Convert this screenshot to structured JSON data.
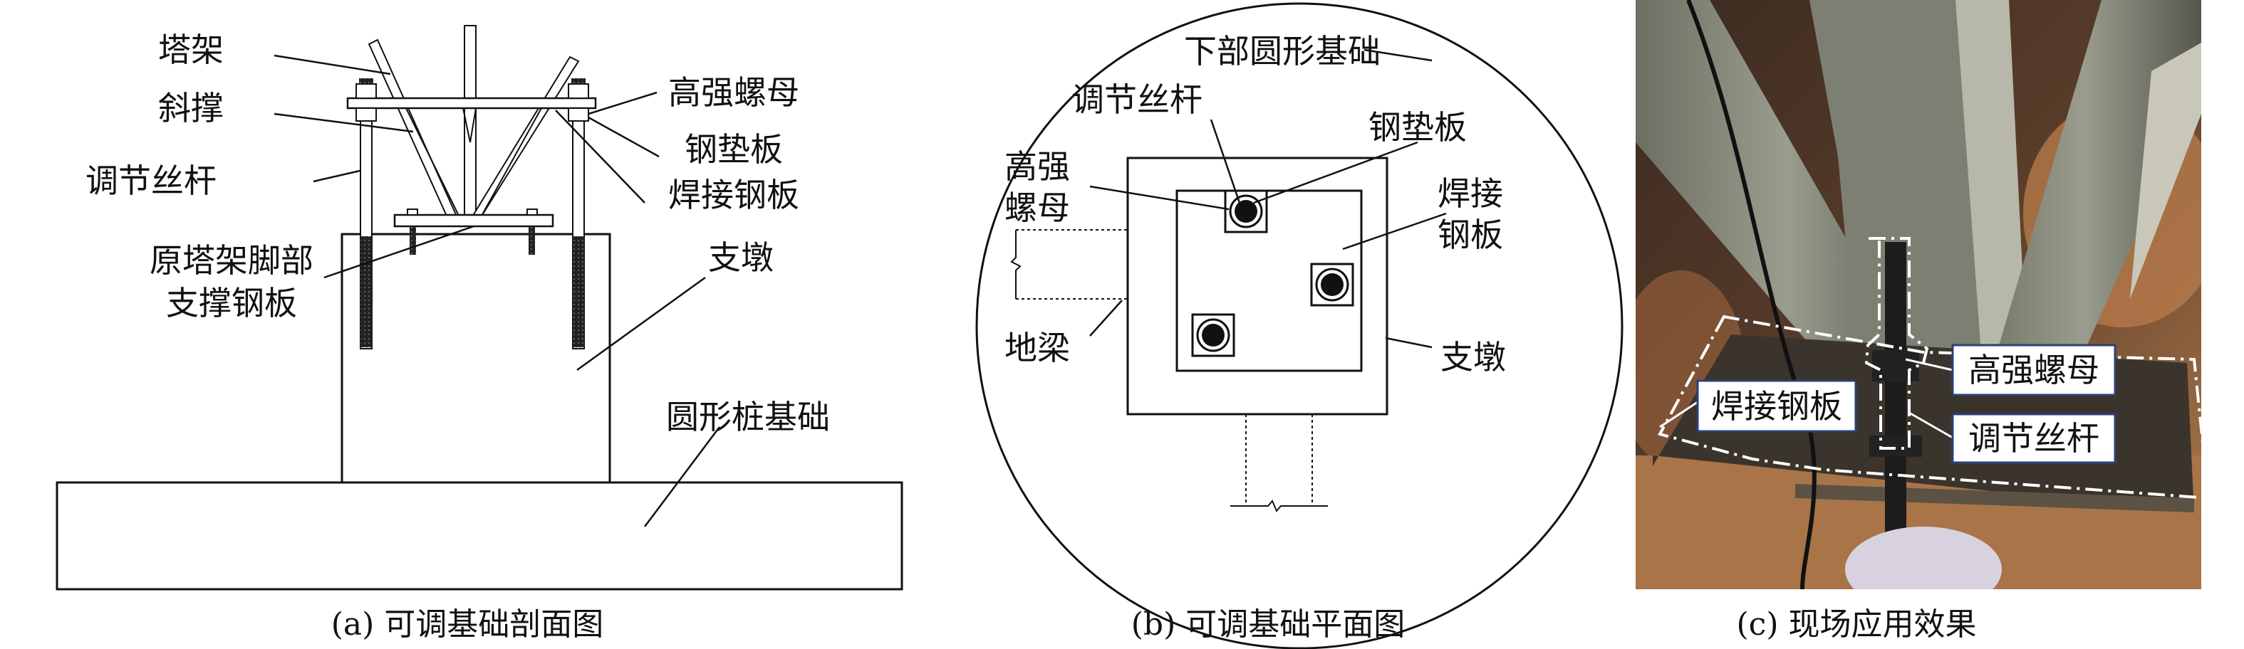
{
  "panel_a": {
    "caption": "(a) 可调基础剖面图",
    "labels": {
      "tower": "塔架",
      "brace": "斜撑",
      "rod": "调节丝杆",
      "orig_plate_1": "原塔架脚部",
      "orig_plate_2": "支撑钢板",
      "nut": "高强螺母",
      "washer": "钢垫板",
      "weld_plate": "焊接钢板",
      "pier": "支墩",
      "pile": "圆形桩基础"
    }
  },
  "panel_b": {
    "caption": "(b) 可调基础平面图",
    "labels": {
      "circle": "下部圆形基础",
      "rod": "调节丝杆",
      "washer": "钢垫板",
      "nut_1": "高强",
      "nut_2": "螺母",
      "weld_1": "焊接",
      "weld_2": "钢板",
      "beam": "地梁",
      "pier": "支墩"
    }
  },
  "panel_c": {
    "caption": "(c) 现场应用效果",
    "labels": {
      "weld_plate": "焊接钢板",
      "nut": "高强螺母",
      "rod": "调节丝杆"
    },
    "label_border_color": "#2b3f78"
  }
}
